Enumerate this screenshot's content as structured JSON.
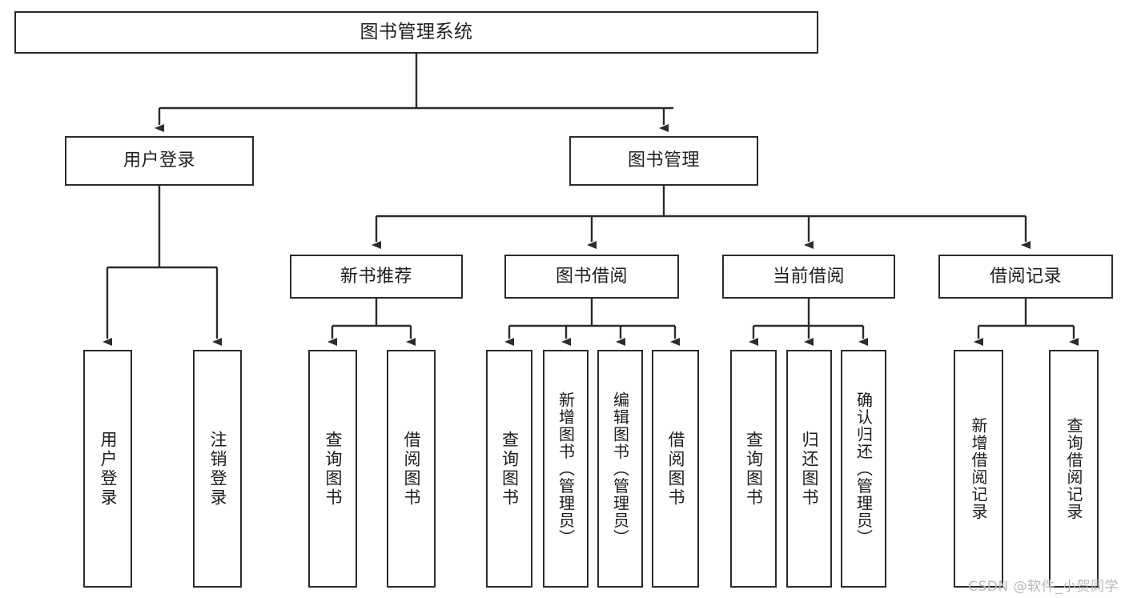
{
  "diagram": {
    "title": "图书管理系统",
    "type": "tree",
    "root": {
      "label": "图书管理系统"
    },
    "level2": [
      {
        "label": "用户登录"
      },
      {
        "label": "图书管理"
      }
    ],
    "level3": [
      {
        "label": "新书推荐"
      },
      {
        "label": "图书借阅"
      },
      {
        "label": "当前借阅"
      },
      {
        "label": "借阅记录"
      }
    ],
    "leaves": {
      "user_login": [
        {
          "label": "用户登录"
        },
        {
          "label": "注销登录"
        }
      ],
      "new_book_recommend": [
        {
          "label": "查询图书"
        },
        {
          "label": "借阅图书"
        }
      ],
      "book_borrow": [
        {
          "label": "查询图书"
        },
        {
          "label": "新增图书（管理员）"
        },
        {
          "label": "编辑图书（管理员）"
        },
        {
          "label": "借阅图书"
        }
      ],
      "current_borrow": [
        {
          "label": "查询图书"
        },
        {
          "label": "归还图书"
        },
        {
          "label": "确认归还（管理员）"
        }
      ],
      "borrow_record": [
        {
          "label": "新增借阅记录"
        },
        {
          "label": "查询借阅记录"
        }
      ]
    }
  },
  "watermark": {
    "text": "CSDN @软件_小贺同学"
  },
  "colors": {
    "box_border": "#2b2b2b",
    "box_fill": "#ffffff",
    "line": "#2b2b2b",
    "text": "#1d1d1d",
    "watermark": "#b9b9b9",
    "background": "#ffffff"
  }
}
